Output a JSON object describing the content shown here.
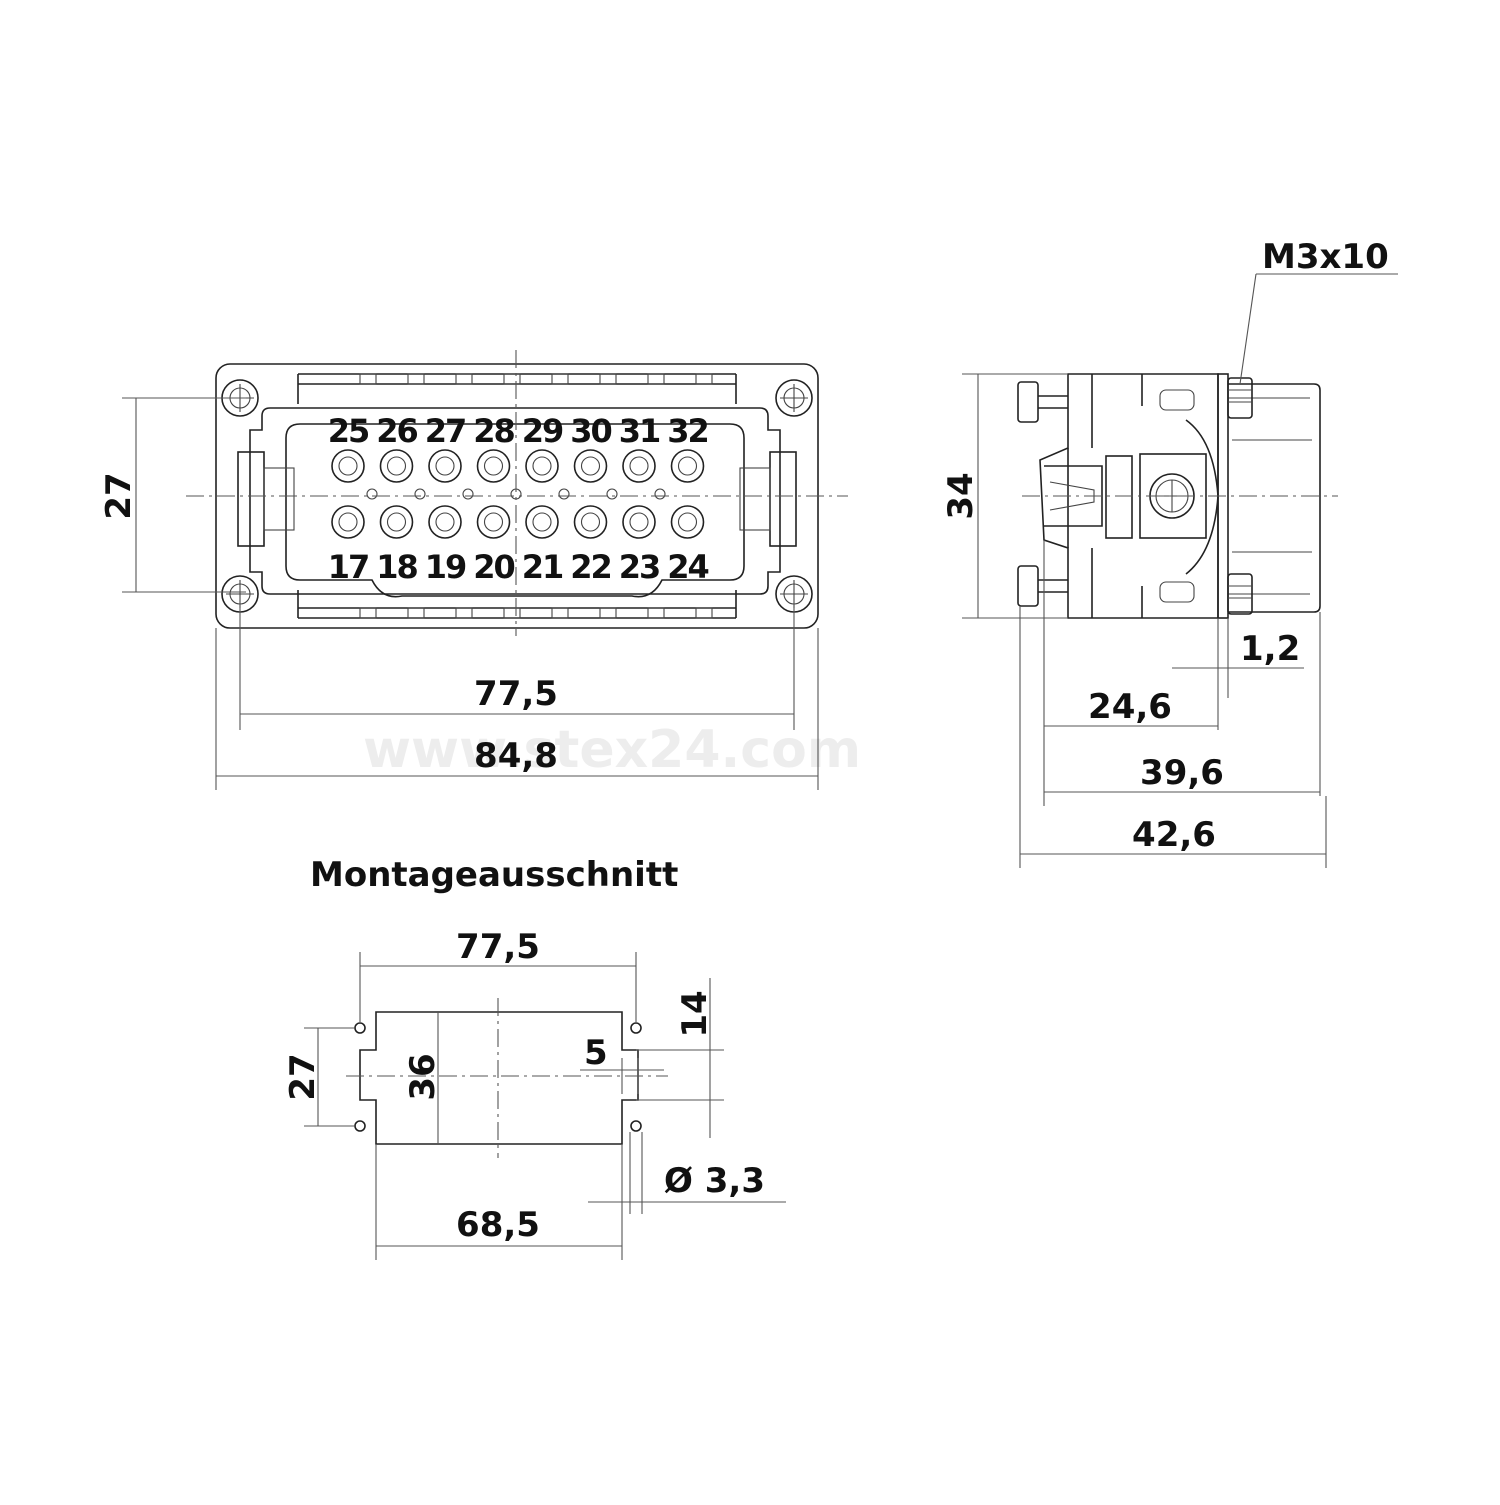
{
  "watermark": "www.stex24.com",
  "front_view": {
    "pins_top": [
      "25",
      "26",
      "27",
      "28",
      "29",
      "30",
      "31",
      "32"
    ],
    "pins_bottom": [
      "17",
      "18",
      "19",
      "20",
      "21",
      "22",
      "23",
      "24"
    ],
    "dim_height": "27",
    "dim_inner_width": "77,5",
    "dim_outer_width": "84,8"
  },
  "side_view": {
    "screw_label": "M3x10",
    "dim_height": "34",
    "dim_1": "1,2",
    "dim_2": "24,6",
    "dim_3": "39,6",
    "dim_4": "42,6"
  },
  "cutout": {
    "title": "Montageausschnitt",
    "dim_top": "77,5",
    "dim_left": "27",
    "dim_inner": "36",
    "dim_right_14": "14",
    "dim_5": "5",
    "dim_hole": "Ø 3,3",
    "dim_bottom": "68,5"
  }
}
